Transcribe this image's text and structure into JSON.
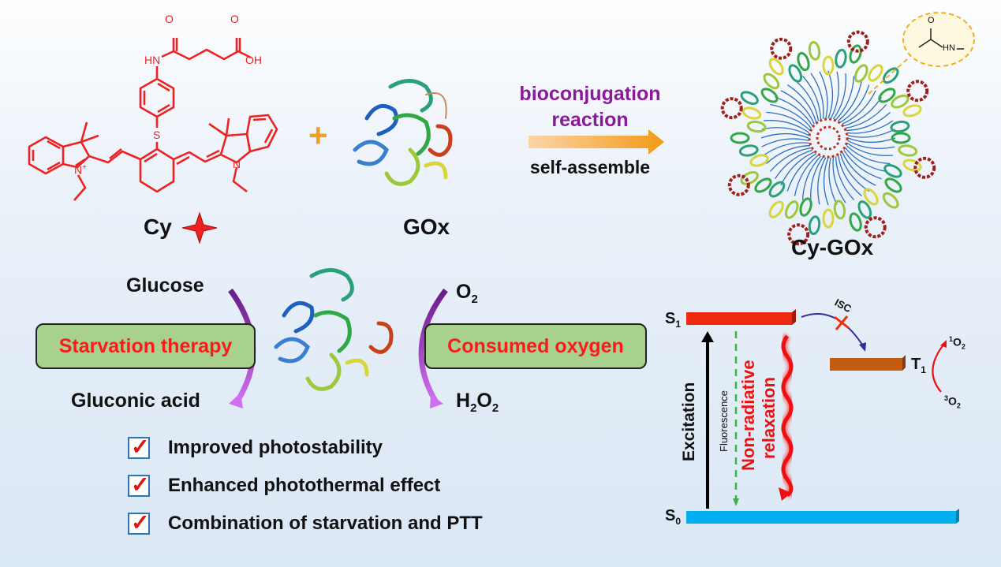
{
  "top": {
    "cy_label": "Cy",
    "gox_label": "GOx",
    "plus": "+",
    "arrow_top_1": "bioconjugation",
    "arrow_top_2": "reaction",
    "arrow_bottom": "self-assemble",
    "product_label": "Cy-GOx",
    "molecule_atoms": {
      "o1": "O",
      "o2": "O",
      "hn": "HN",
      "oh": "OH",
      "s": "S",
      "n_plus": "N",
      "plus_charge": "+",
      "n": "N"
    },
    "amide_atoms": {
      "o": "O",
      "hn": "HN"
    }
  },
  "reaction": {
    "glucose": "Glucose",
    "gluconic_acid": "Gluconic acid",
    "o2": "O",
    "o2_sub": "2",
    "h2o2_h": "H",
    "h2o2_sub1": "2",
    "h2o2_o": "O",
    "h2o2_sub2": "2",
    "starvation_box": "Starvation therapy",
    "oxygen_box": "Consumed oxygen"
  },
  "checklist": [
    {
      "label": "Improved photostability",
      "checked": true
    },
    {
      "label": "Enhanced photothermal effect",
      "checked": true
    },
    {
      "label": "Combination of starvation and PTT",
      "checked": true
    }
  ],
  "energy": {
    "s1": "S",
    "s1_sub": "1",
    "s0": "S",
    "s0_sub": "0",
    "t1": "T",
    "t1_sub": "1",
    "isc": "ISC",
    "excitation": "Excitation",
    "fluorescence": "Fluorescence",
    "nonrad_1": "Non-radiative",
    "nonrad_2": "relaxation",
    "singlet_o2_sup": "1",
    "singlet_o2": "O",
    "singlet_o2_sub": "2",
    "triplet_o2_sup": "3",
    "triplet_o2": "O",
    "triplet_o2_sub": "2"
  },
  "colors": {
    "molecule": "#ee2222",
    "title_purple": "#8b1a9b",
    "box_green": "#a9d18e",
    "s1": "#ee2a10",
    "t1": "#c55a11",
    "s0": "#00b0f0"
  }
}
